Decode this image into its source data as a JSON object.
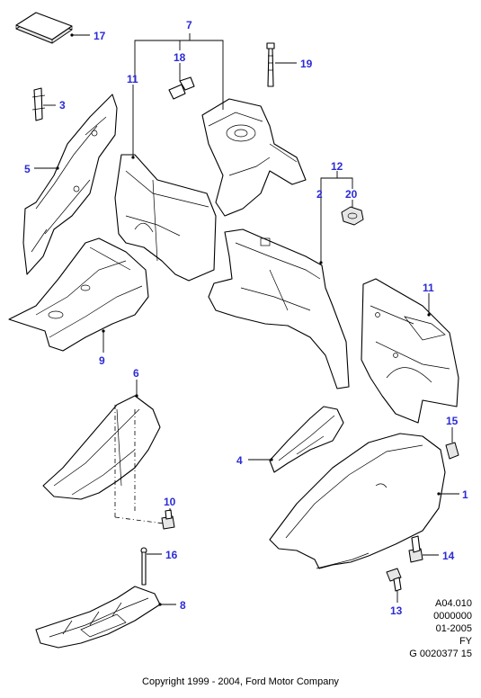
{
  "callouts": {
    "c1": "1",
    "c2": "2",
    "c3": "3",
    "c4": "4",
    "c5": "5",
    "c6": "6",
    "c7": "7",
    "c8": "8",
    "c9": "9",
    "c10": "10",
    "c11a": "11",
    "c11b": "11",
    "c12": "12",
    "c13": "13",
    "c14": "14",
    "c15": "15",
    "c16": "16",
    "c17": "17",
    "c18": "18",
    "c19": "19",
    "c20": "20"
  },
  "reference_block": {
    "line1": "A04.010",
    "line2": "0000000",
    "line3": "01-2005",
    "line4": "FY",
    "line5": "G 0020377 15"
  },
  "footer": {
    "copyright": "Copyright 1999 - 2004, Ford Motor Company"
  },
  "colors": {
    "callout": "#2b2bd6",
    "line": "#000000"
  }
}
